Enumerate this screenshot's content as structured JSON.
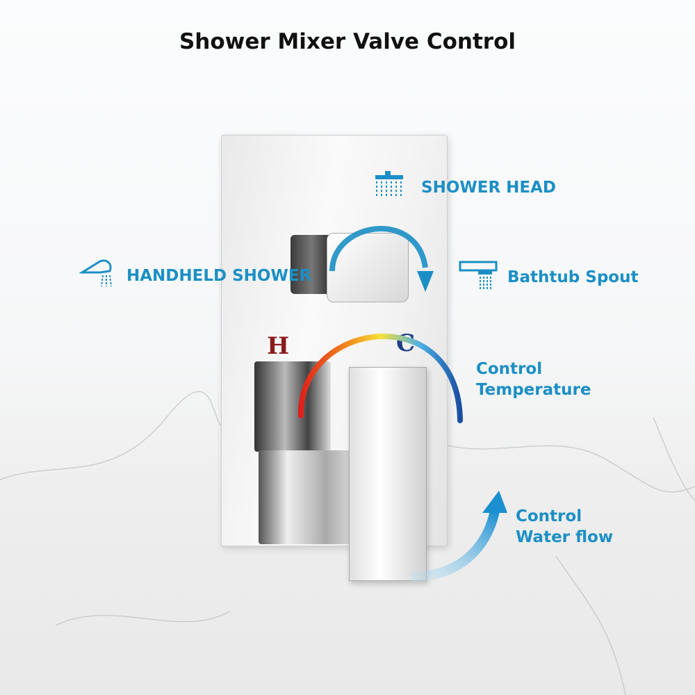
{
  "title": "Shower Mixer Valve Control",
  "labels": {
    "shower_head": "SHOWER HEAD",
    "handheld_shower": "HANDHELD SHOWER",
    "bathtub_spout": "Bathtub Spout",
    "control_temperature_1": "Control",
    "control_temperature_2": "Temperature",
    "control_flow_1": "Control",
    "control_flow_2": "Water flow",
    "hot": "H",
    "cold": "C"
  },
  "colors": {
    "accent": "#1b8fc5",
    "hot": "#8b1a1a",
    "cold": "#1f3c88"
  }
}
